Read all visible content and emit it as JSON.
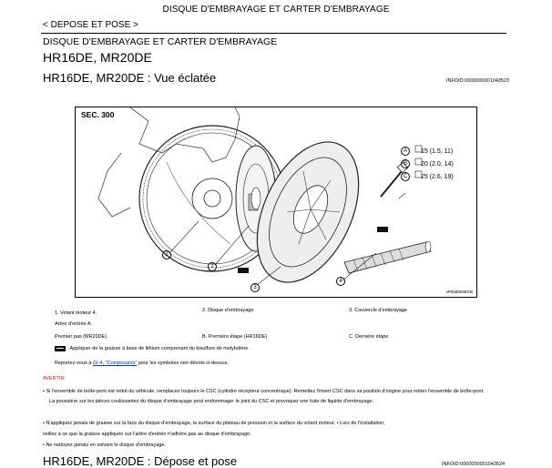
{
  "page": {
    "top_title": "DISQUE D'EMBRAYAGE ET CARTER D'EMBRAYAGE",
    "section_link": "< DEPOSE ET POSE >",
    "subtitle": "DISQUE D'EMBRAYAGE ET CARTER D'EMBRAYAGE",
    "model_heading": "HR16DE, MR20DE",
    "view_heading": "HR16DE, MR20DE : Vue éclatée",
    "info_id_1": "INFOID:0000000001043523",
    "bottom_heading": "HR16DE, MR20DE : Dépose et pose",
    "info_id_2": "INFOID:0000000001043524"
  },
  "figure": {
    "section": "SEC. 300",
    "figure_id": "JPDIB0038GB",
    "callouts": [
      "1",
      "2",
      "3",
      "4"
    ],
    "torques": [
      {
        "letter": "A",
        "value": "15 (1.5, 11)"
      },
      {
        "letter": "B",
        "value": "20 (2.0, 14)"
      },
      {
        "letter": "C",
        "value": "25 (2.6, 19)"
      }
    ]
  },
  "legend": {
    "items": [
      "1. Volant moteur 4.",
      "2. Disque d'embrayage",
      "3. Couvercle d'embrayage",
      "Arbre d'entrée A.",
      "Premier pas (MR20DE)",
      "B. Première étape (HR16DE)",
      "C. Dernière étape"
    ],
    "grease_note": "Appliquer de la graisse à base de lithium comprenant du bisulfure de molybdène.",
    "refer_prefix": "Reportez-vous à ",
    "refer_link": "GI-4, \"Composants\"",
    "refer_suffix": " pour les symboles non décrits ci-dessus."
  },
  "warnings": {
    "label": "AVERTIR:",
    "line1": "• Si l'ensemble de boîte-pont est retiré du véhicule, remplacez toujours le CSC (cylindre récepteur concentrique). Remettez l'insert CSC dans sa position d'origine pour retirer l'ensemble de boîte-pont.",
    "line2": "La poussière sur les pièces coulissantes du disque d'embrayage peut endommager le joint du CSC et provoquer une fuite de liquide d'embrayage.",
    "line3": "• N'appliquez jamais de graisse sur la face du disque d'embrayage, la surface du plateau de pression et la surface du volant moteur. • Lors de l'installation,",
    "line4": "veillez à ce que la graisse appliquée sur l'arbre d'entrée n'adhère pas au disque d'embrayage.",
    "line5": "• Ne nettoyez jamais en solvant le disque d'embrayage."
  }
}
